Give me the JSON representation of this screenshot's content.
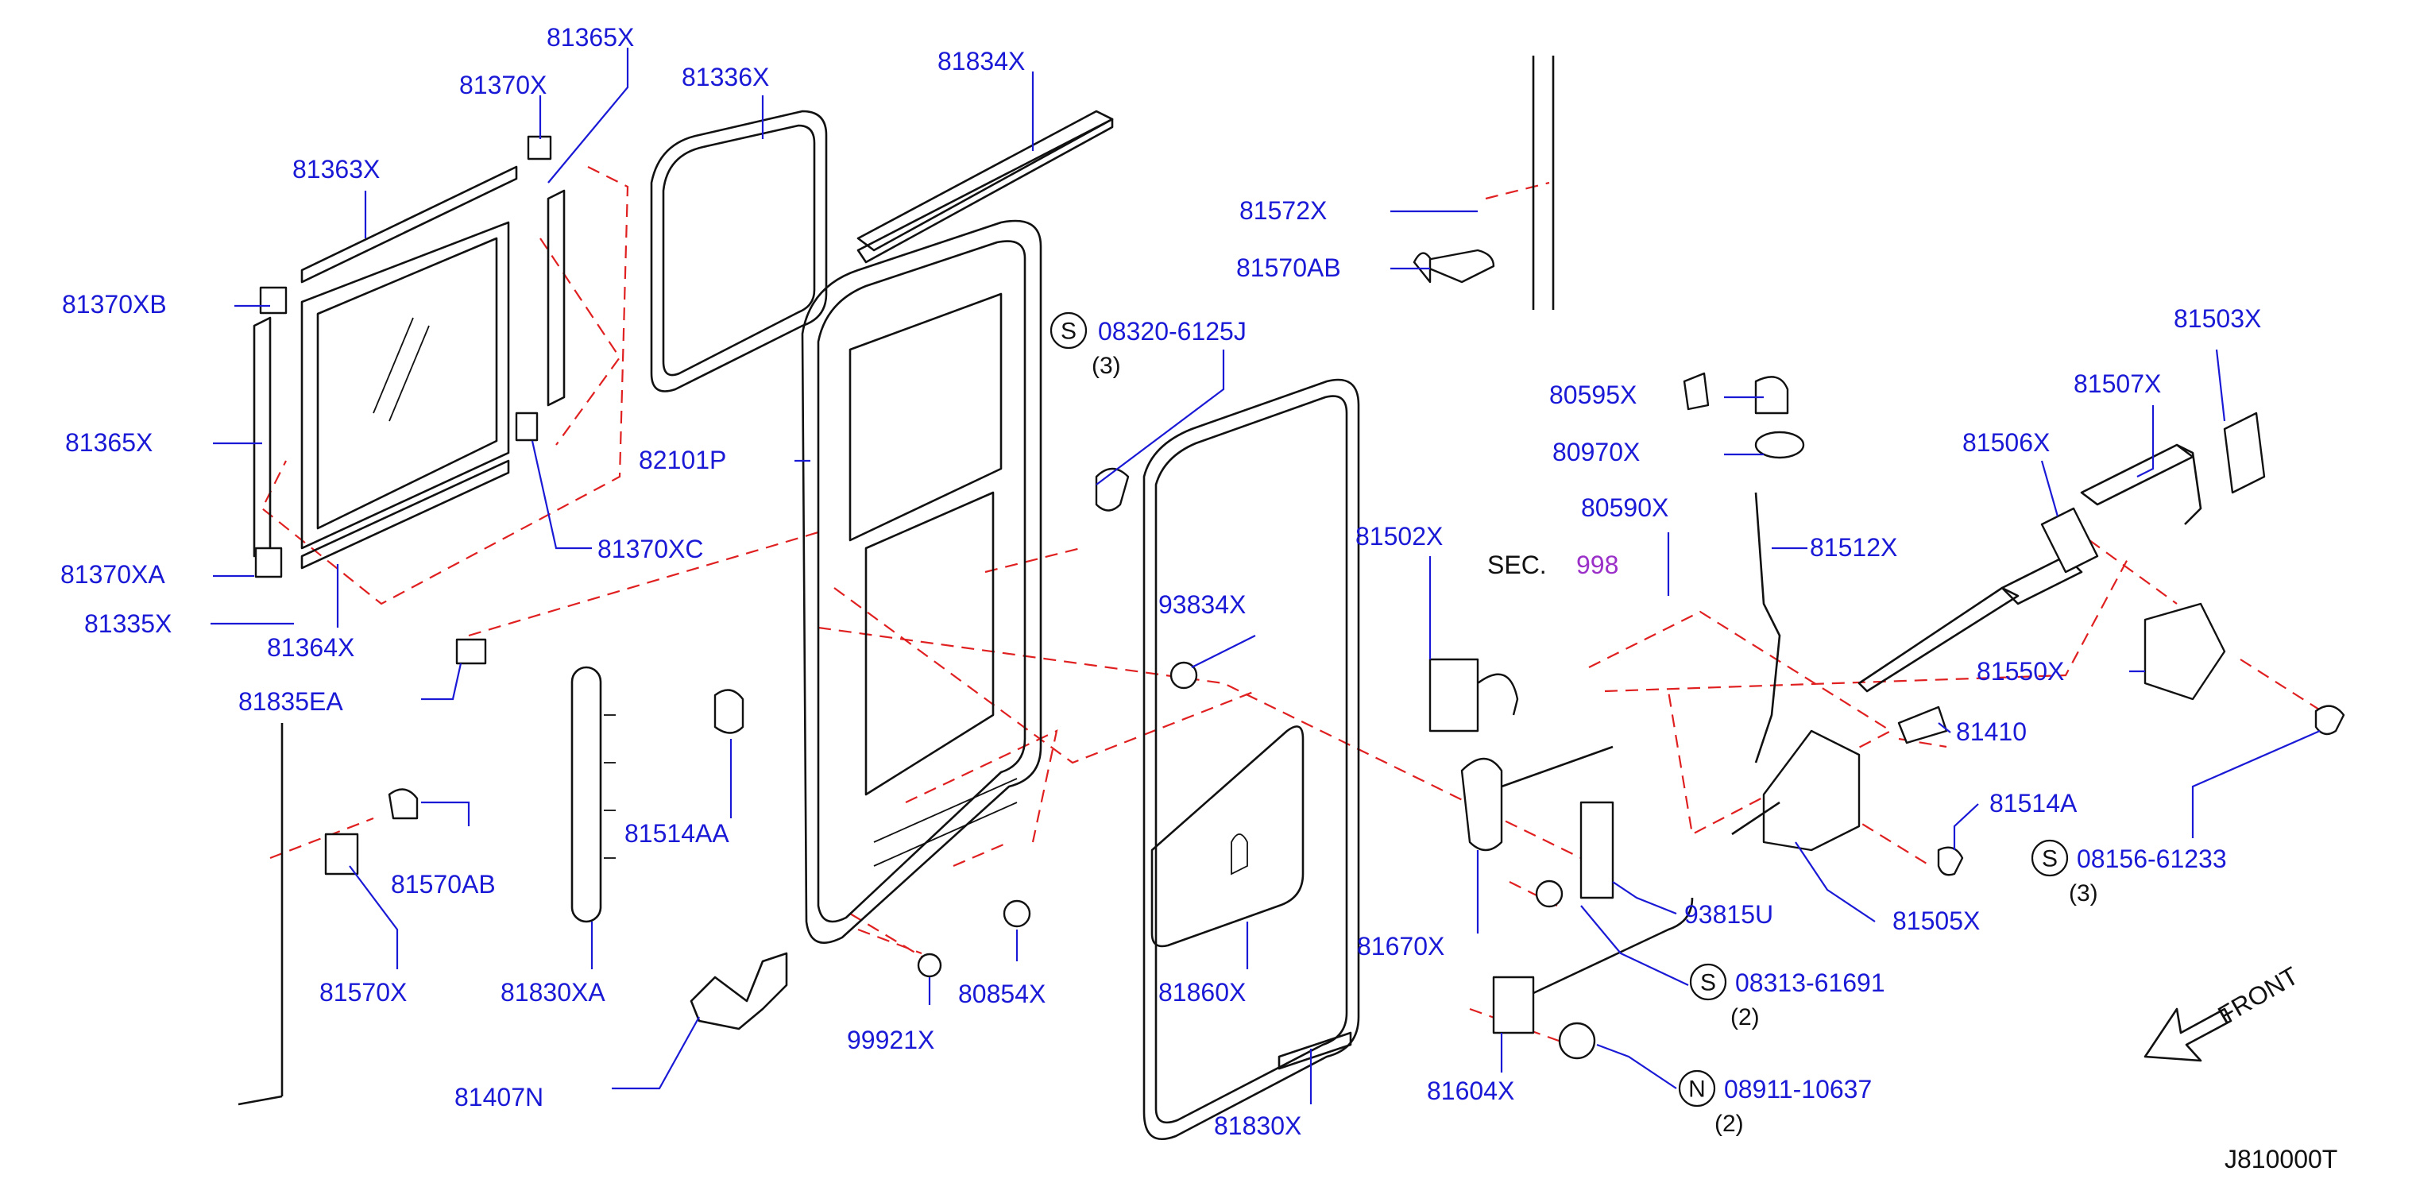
{
  "diagram_code": "J810000T",
  "front_label": "FRONT",
  "section_ref": {
    "prefix": "SEC.",
    "number": "998"
  },
  "parts": [
    {
      "id": "p01",
      "label": "81365X"
    },
    {
      "id": "p02",
      "label": "81370X"
    },
    {
      "id": "p03",
      "label": "81336X"
    },
    {
      "id": "p04",
      "label": "81834X"
    },
    {
      "id": "p05",
      "label": "81363X"
    },
    {
      "id": "p06",
      "label": "81370XB"
    },
    {
      "id": "p07",
      "label": "81365X"
    },
    {
      "id": "p08",
      "label": "81370XC"
    },
    {
      "id": "p09",
      "label": "81370XA"
    },
    {
      "id": "p10",
      "label": "81335X"
    },
    {
      "id": "p11",
      "label": "81364X"
    },
    {
      "id": "p12",
      "label": "81835EA"
    },
    {
      "id": "p13",
      "label": "82101P"
    },
    {
      "id": "p14",
      "label": "81514AA"
    },
    {
      "id": "p15",
      "label": "81570AB"
    },
    {
      "id": "p16",
      "label": "81570X"
    },
    {
      "id": "p17",
      "label": "81830XA"
    },
    {
      "id": "p18",
      "label": "81407N"
    },
    {
      "id": "p19",
      "label": "99921X"
    },
    {
      "id": "p20",
      "label": "80854X"
    },
    {
      "id": "p21",
      "label": "81572X"
    },
    {
      "id": "p22",
      "label": "81570AB"
    },
    {
      "id": "p23",
      "label": "93834X"
    },
    {
      "id": "p24",
      "label": "81860X"
    },
    {
      "id": "p25",
      "label": "81830X"
    },
    {
      "id": "p26",
      "label": "80595X"
    },
    {
      "id": "p27",
      "label": "80970X"
    },
    {
      "id": "p28",
      "label": "80590X"
    },
    {
      "id": "p29",
      "label": "81502X"
    },
    {
      "id": "p30",
      "label": "81512X"
    },
    {
      "id": "p31",
      "label": "81670X"
    },
    {
      "id": "p32",
      "label": "93815U"
    },
    {
      "id": "p33",
      "label": "81604X"
    },
    {
      "id": "p34",
      "label": "81503X"
    },
    {
      "id": "p35",
      "label": "81507X"
    },
    {
      "id": "p36",
      "label": "81506X"
    },
    {
      "id": "p37",
      "label": "81550X"
    },
    {
      "id": "p38",
      "label": "81410"
    },
    {
      "id": "p39",
      "label": "81514A"
    },
    {
      "id": "p40",
      "label": "81505X"
    }
  ],
  "fasteners": [
    {
      "id": "f1",
      "symbol": "S",
      "label": "08320-6125J",
      "qty": "(3)"
    },
    {
      "id": "f2",
      "symbol": "S",
      "label": "08156-61233",
      "qty": "(3)"
    },
    {
      "id": "f3",
      "symbol": "S",
      "label": "08313-61691",
      "qty": "(2)"
    },
    {
      "id": "f4",
      "symbol": "N",
      "label": "08911-10637",
      "qty": "(2)"
    }
  ]
}
